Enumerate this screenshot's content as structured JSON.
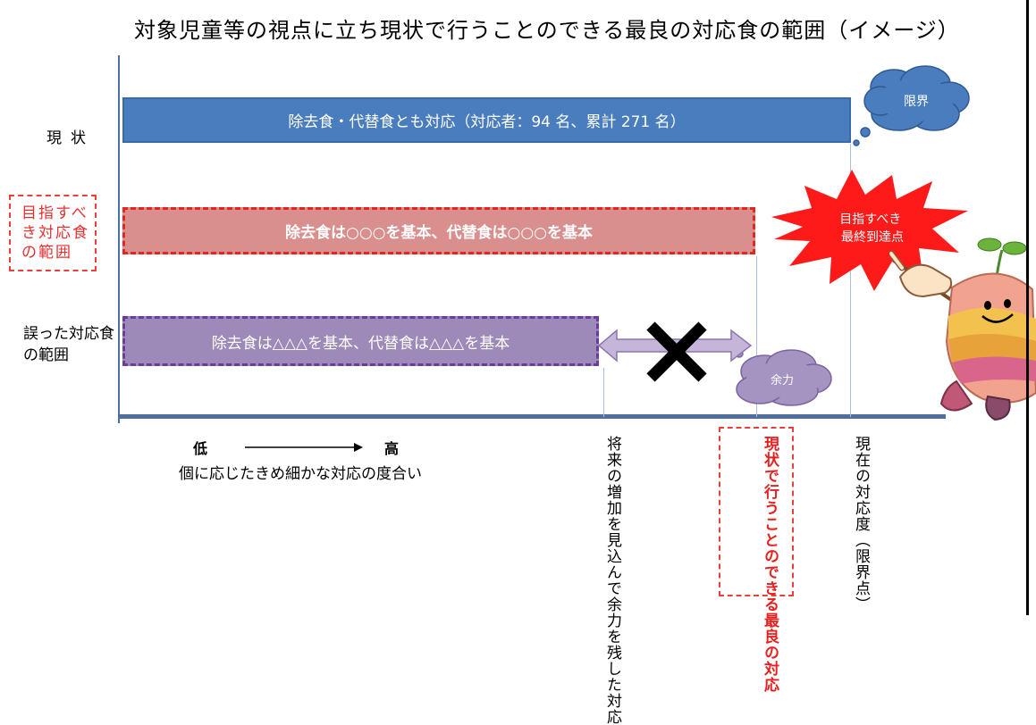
{
  "title": "対象児童等の視点に立ち現状で行うことのできる最良の対応食の範囲（イメージ）",
  "rows": {
    "current_label": "現状",
    "target_label": "目指すべき対応食の範囲",
    "wrong_label": "誤った対応食の範囲"
  },
  "bars": {
    "current": "除去食・代替食とも対応（対応者：94 名、累計 271 名）",
    "target": "除去食は○○○を基本、代替食は○○○を基本",
    "wrong": "除去食は△△△を基本、代替食は△△△を基本"
  },
  "callouts": {
    "limit": "限界",
    "goal": "目指すべき最終到達点",
    "margin": "余力"
  },
  "axis": {
    "low": "低",
    "high": "高",
    "subtitle": "個に応じたきめ細かな対応の度合い"
  },
  "markers": {
    "future": "将来の増加を見込んで余力を残した対応",
    "best": "現状で行うことのできる最良の対応",
    "current": "現在の対応度（限界点）"
  },
  "colors": {
    "current_bar": "#4a7dbd",
    "target_bar": "#d98f8e",
    "target_border": "#e82420",
    "wrong_bar": "#9e8ab8",
    "wrong_border": "#6a3d9a",
    "burst": "#ff1a1a",
    "cloud_blue": "#4a7dbd",
    "cloud_purple": "#a594c2"
  }
}
